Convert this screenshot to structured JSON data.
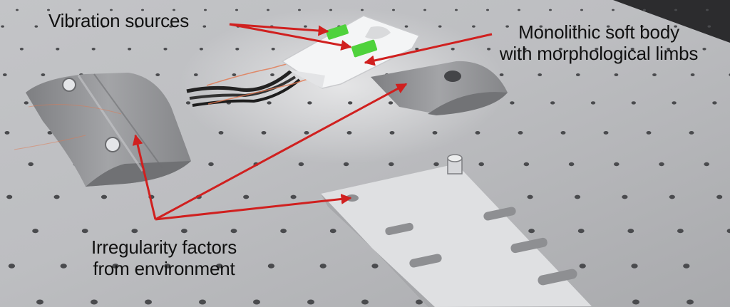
{
  "annotations": {
    "vibration_sources": "Vibration sources",
    "soft_body": "Monolithic soft body\nwith morphological limbs",
    "irregularity": "Irregularity factors\nfrom environment"
  },
  "colors": {
    "table": "#b9babd",
    "arrow": "#d0201f",
    "label_text": "#111111",
    "obstacle": "#8e8f92",
    "plate": "#dfe0e2",
    "actuator": "#4fd23c",
    "wire": "#e2774f"
  }
}
